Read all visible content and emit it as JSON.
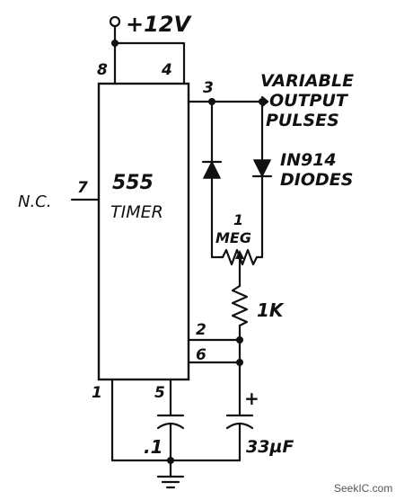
{
  "supply": {
    "label": "+12V"
  },
  "ic": {
    "name": "555",
    "subtitle": "TIMER",
    "pins": {
      "p8": "8",
      "p4": "4",
      "p3": "3",
      "p7": "7",
      "p2": "2",
      "p6": "6",
      "p1": "1",
      "p5": "5"
    }
  },
  "labels": {
    "nc": "N.C.",
    "output": [
      "VARIABLE",
      "OUTPUT",
      "PULSES"
    ],
    "diodes": [
      "IN914",
      "DIODES"
    ],
    "pot": [
      "1",
      "MEG"
    ],
    "resistor": "1K",
    "cap_small": ".1",
    "cap_polarity": "+",
    "cap_large": "33µF"
  },
  "watermark": "SeekIC.com"
}
